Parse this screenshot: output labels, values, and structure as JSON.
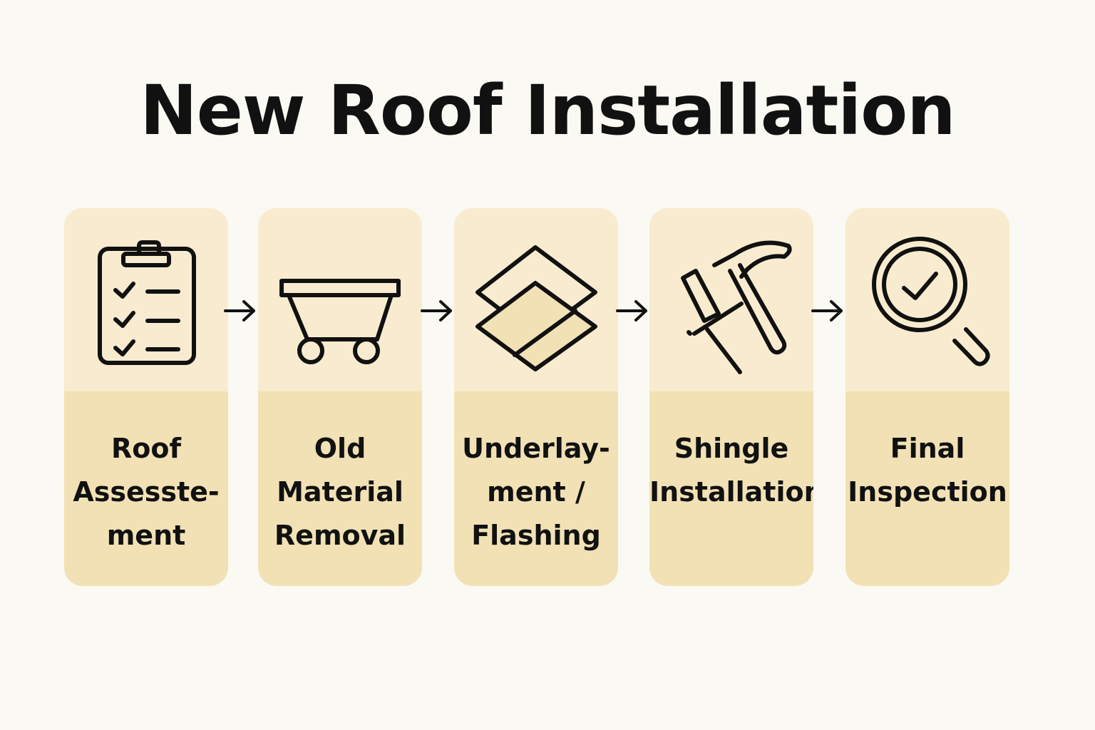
{
  "title": "New Roof Installation",
  "steps": [
    {
      "label": "Roof\nAssesste-\nment",
      "icon": "clipboard-checklist-icon"
    },
    {
      "label": "Old\nMaterial\nRemoval",
      "icon": "dumpster-cart-icon"
    },
    {
      "label": "Underlay-\nment /\nFlashing",
      "icon": "layers-icon"
    },
    {
      "label": "Shingle\nInstallation",
      "icon": "hammer-nail-icon"
    },
    {
      "label": "Final\nInspection",
      "icon": "magnifier-check-icon"
    }
  ],
  "colors": {
    "background": "#fbf9f3",
    "card_top": "#f8ebcf",
    "card_bottom": "#f1e1b5",
    "icon_stroke": "#111111",
    "layer_fill": "#f1e1b5"
  }
}
